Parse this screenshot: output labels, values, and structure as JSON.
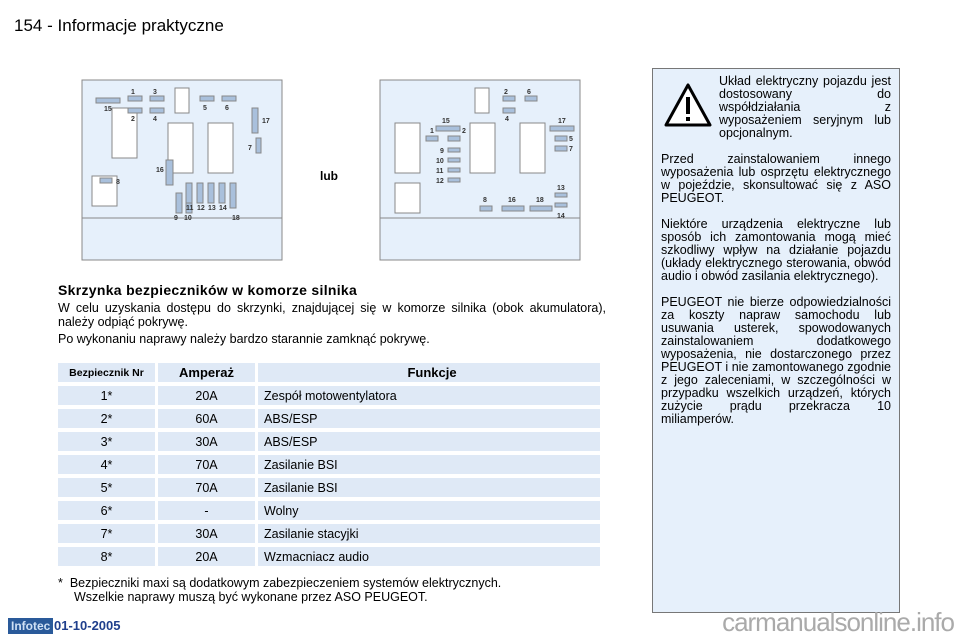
{
  "header": {
    "page": "154",
    "separator": "-",
    "title": "Informacje praktyczne"
  },
  "diagram": {
    "or_label": "lub",
    "left_labels": [
      "1",
      "3",
      "15",
      "2",
      "4",
      "5",
      "6",
      "17",
      "7",
      "16",
      "8",
      "11",
      "12",
      "13",
      "14",
      "9",
      "10",
      "18"
    ],
    "right_labels": [
      "2",
      "6",
      "4",
      "15",
      "17",
      "1",
      "2",
      "5",
      "7",
      "9",
      "10",
      "11",
      "12",
      "13",
      "8",
      "16",
      "18",
      "14"
    ]
  },
  "section": {
    "title": "Skrzynka bezpieczników w komorze silnika",
    "para1": "W celu uzyskania dostępu do skrzynki, znajdującej się w komorze silnika (obok akumulatora), należy odpiąć pokrywę.",
    "para2": "Po wykonaniu naprawy należy bardzo starannie zamknąć pokrywę."
  },
  "table": {
    "headers": [
      "Bezpiecznik Nr",
      "Amperaż",
      "Funkcje"
    ],
    "rows": [
      [
        "1*",
        "20A",
        "Zespół motowentylatora"
      ],
      [
        "2*",
        "60A",
        "ABS/ESP"
      ],
      [
        "3*",
        "30A",
        "ABS/ESP"
      ],
      [
        "4*",
        "70A",
        "Zasilanie BSI"
      ],
      [
        "5*",
        "70A",
        "Zasilanie BSI"
      ],
      [
        "6*",
        "-",
        "Wolny"
      ],
      [
        "7*",
        "30A",
        "Zasilanie stacyjki"
      ],
      [
        "8*",
        "20A",
        "Wzmacniacz audio"
      ]
    ]
  },
  "note": {
    "mark": "*",
    "line1": "Bezpieczniki maxi są dodatkowym zabezpieczeniem systemów elektrycznych.",
    "line2": "Wszelkie naprawy muszą być wykonane przez ASO PEUGEOT."
  },
  "sidebar": {
    "p1": "Układ elektryczny pojazdu jest dostosowany do współdziałania z wyposażeniem seryjnym lub opcjonalnym.",
    "p2": "Przed zainstalowaniem innego wyposażenia lub osprzętu elektrycznego w pojeździe, skonsultować się z ASO PEUGEOT.",
    "p3": "Niektóre urządzenia elektryczne lub sposób ich zamontowania mogą mieć szkodliwy wpływ na działanie pojazdu (układy elektrycznego sterowania, obwód audio i obwód zasilania elektrycznego).",
    "p4": "PEUGEOT nie bierze odpowiedzialności za koszty napraw samochodu lub usuwania usterek, spowodowanych zainstalowaniem dodatkowego wyposażenia, nie dostarczonego przez PEUGEOT i nie zamontowanego zgodnie z jego zaleceniami, w szczególności w przypadku wszelkich urządzeń, których zużycie prądu przekracza 10 miliamperów."
  },
  "footer": {
    "logo": "Infotec",
    "date": "01-10-2005",
    "watermark": "carmanualsonline.info"
  },
  "colors": {
    "table_bg": "#dfe9f6",
    "box_bg": "#e6f0fb",
    "fuse": "#a9c0dc"
  }
}
